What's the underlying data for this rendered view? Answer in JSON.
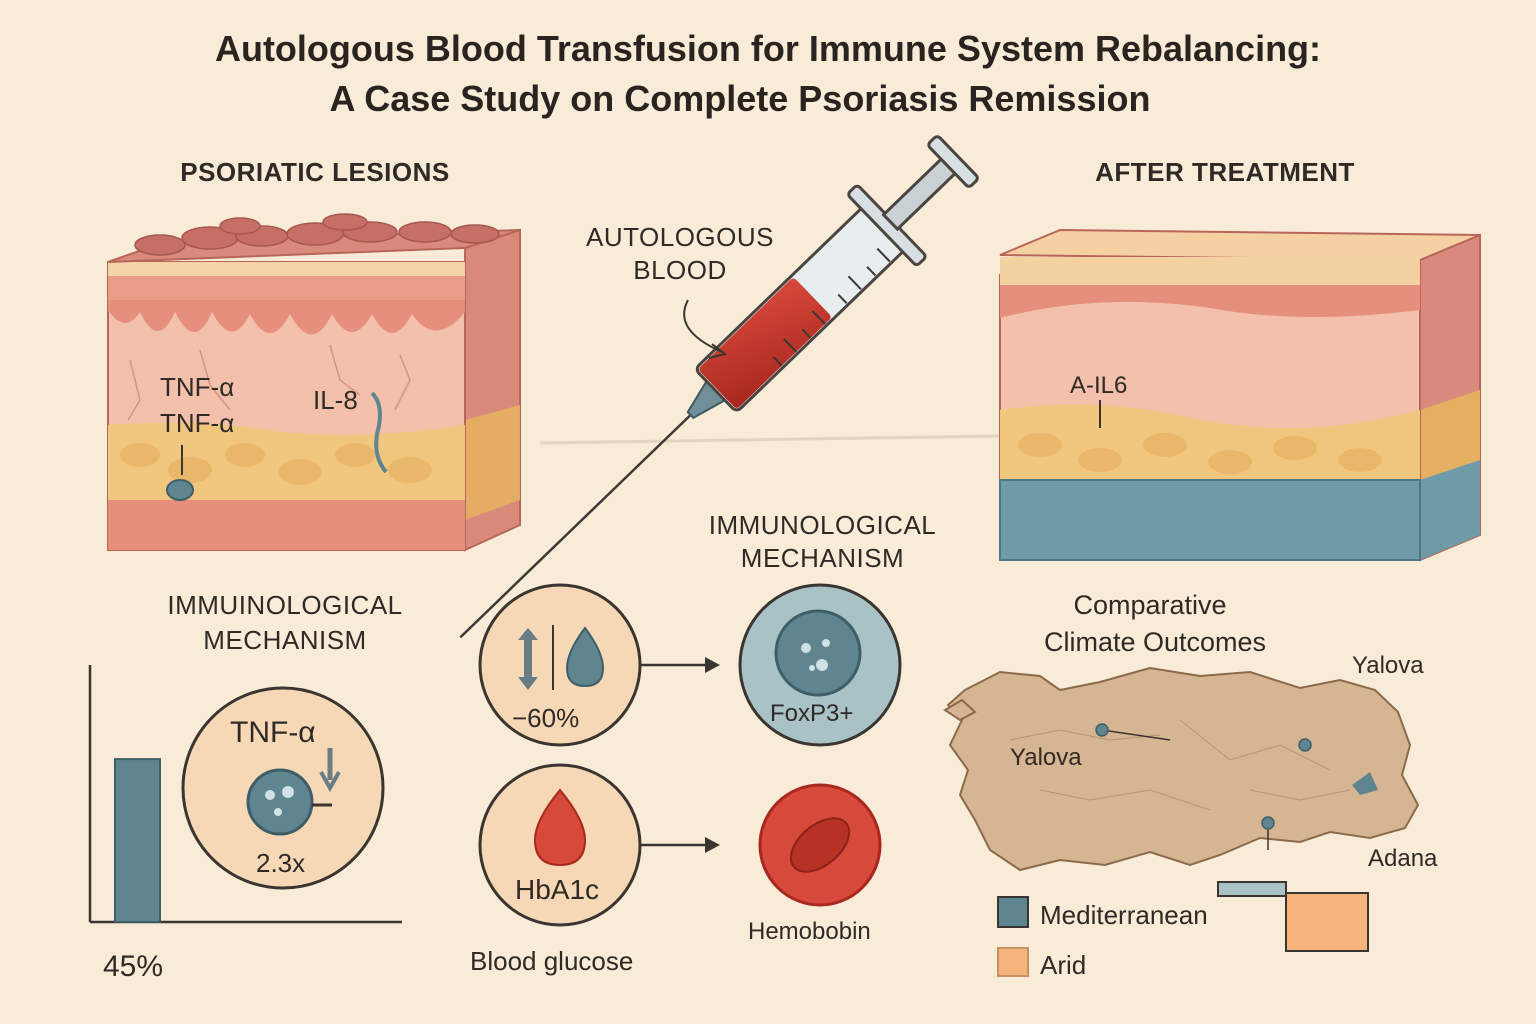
{
  "title": {
    "line1": "Autologous Blood Transfusion for Immune System Rebalancing:",
    "line2": "A Case Study on Complete Psoriasis Remission"
  },
  "left_panel": {
    "heading": "PSORIATIC LESIONS",
    "marker1": "TNF-α",
    "marker2": "TNF-α",
    "marker3": "IL-8"
  },
  "right_panel": {
    "heading": "AFTER TREATMENT",
    "marker": "A-IL6"
  },
  "syringe": {
    "label_line1": "AUTOLOGOUS",
    "label_line2": "BLOOD"
  },
  "mechanism_left": {
    "heading_line1": "IMMUINOLOGICAL",
    "heading_line2": "MECHANISM",
    "bar_label": "45%",
    "bar_fill_fraction": 0.45,
    "circle_label": "TNF-α",
    "circle_value": "2.3x"
  },
  "mechanism_center": {
    "heading_line1": "IMMUNOLOGICAL",
    "heading_line2": "MECHANISM",
    "circle1_value": "−60%",
    "circle2_label": "FoxP3+",
    "circle3_label": "HbA1c",
    "circle3_caption": "Blood glucose",
    "circle4_caption": "Hemobobin"
  },
  "map": {
    "heading_line1": "Comparative",
    "heading_line2": "Climate Outcomes",
    "city_top": "Yalova",
    "city_inner": "Yalova",
    "city_south": "Adana",
    "legend": [
      {
        "label": "Mediterranean",
        "color": "#5f8590"
      },
      {
        "label": "Arid",
        "color": "#f5b47c"
      }
    ]
  },
  "colors": {
    "background": "#f8ecd9",
    "blood": "#c8392c",
    "cell_teal": "#5f8590",
    "skin_pink": "#f2b5a0",
    "fat_yellow": "#f1c67e"
  }
}
